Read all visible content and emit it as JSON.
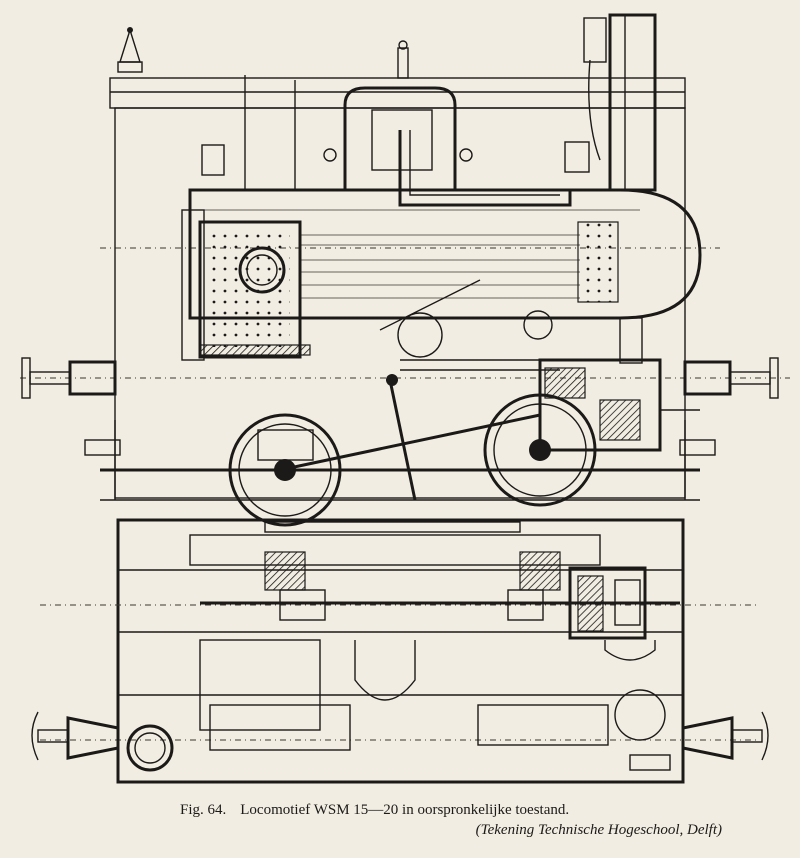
{
  "figure": {
    "number_label": "Fig. 64.",
    "title": "Locomotief WSM 15—20 in oorspronkelijke toestand.",
    "credit": "(Tekening Technische Hogeschool, Delft)"
  },
  "colors": {
    "paper": "#f1ede2",
    "ink": "#1c1a18"
  },
  "views": [
    "side-elevation",
    "plan-view"
  ]
}
